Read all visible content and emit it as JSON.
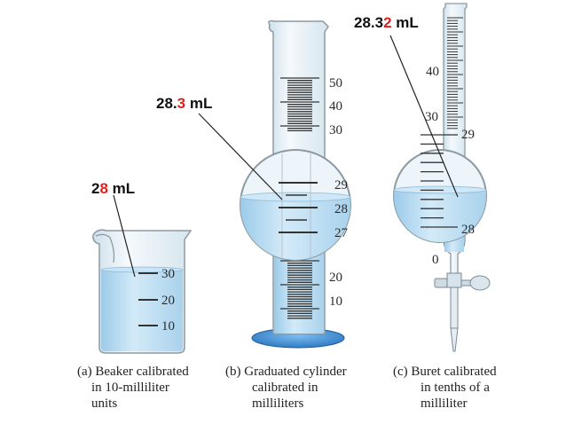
{
  "readings": {
    "beaker": {
      "prefix": "2",
      "highlight": "8",
      "suffix": " mL"
    },
    "cylinder": {
      "prefix": "28.",
      "highlight": "3",
      "suffix": " mL"
    },
    "buret": {
      "prefix": "28.3",
      "highlight": "2",
      "suffix": " mL"
    }
  },
  "beaker": {
    "scale_labels": [
      "30",
      "20",
      "10"
    ]
  },
  "cylinder": {
    "scale_labels": [
      "50",
      "40",
      "30",
      "20",
      "10"
    ],
    "magnified_labels": [
      "29",
      "28",
      "27"
    ]
  },
  "buret": {
    "scale_labels": [
      "40",
      "30",
      "0"
    ],
    "magnified_labels": [
      "29",
      "28"
    ]
  },
  "captions": {
    "a": [
      "(a) Beaker calibrated",
      "in 10-milliliter",
      "units"
    ],
    "b": [
      "(b) Graduated cylinder",
      "calibrated in",
      "milliliters"
    ],
    "c": [
      "(c) Buret calibrated",
      "in tenths of a",
      "milliliter"
    ]
  },
  "colors": {
    "liquid": "#b9dcf2",
    "glass": "#e8f2f8",
    "outline": "#7a8a96",
    "base": "#3d8fd6",
    "highlight": "#e01e1e"
  }
}
